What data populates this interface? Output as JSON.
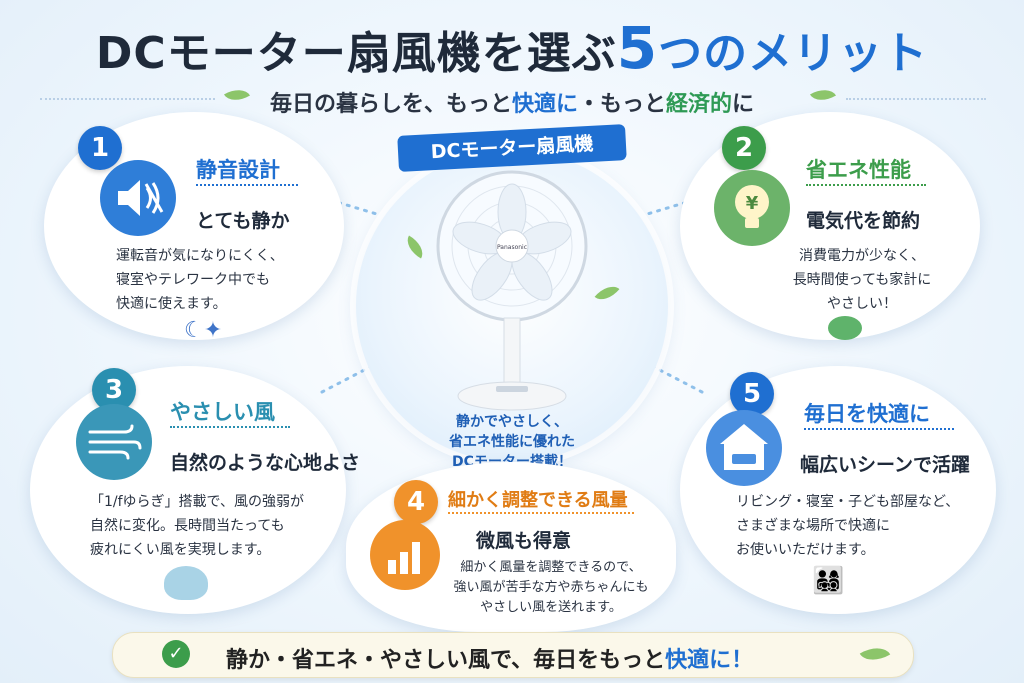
{
  "header": {
    "title_main": "DCモーター扇風機を選ぶ",
    "title_number": "5",
    "title_end": "つのメリット",
    "subtitle_pre": "毎日の暮らしを、もっと",
    "subtitle_blue": "快適に",
    "subtitle_mid": "・もっと",
    "subtitle_green": "経済的",
    "subtitle_post": "に"
  },
  "center": {
    "ribbon": "DCモーター扇風機",
    "fan_brand": "Panasonic",
    "caption_1": "静かでやさしく、",
    "caption_2": "省エネ性能に優れた",
    "caption_3": "DCモーター搭載！"
  },
  "cards": [
    {
      "number": "1",
      "heading": "静音設計",
      "subheading": "とても静か",
      "desc": [
        "運転音が気になりにくく、",
        "寝室やテレワーク中でも",
        "快適に使えます。"
      ],
      "color": "#1f6fd1",
      "icon": "speaker-mute-icon"
    },
    {
      "number": "2",
      "heading": "省エネ性能",
      "subheading": "電気代を節約",
      "desc": [
        "消費電力が少なく、",
        "長時間使っても家計に",
        "やさしい！"
      ],
      "color": "#3c9d4b",
      "icon": "yen-bulb-icon",
      "icon_glyph": "¥"
    },
    {
      "number": "3",
      "heading": "やさしい風",
      "subheading": "自然のような心地よさ",
      "desc": [
        "「1/fゆらぎ」搭載で、風の強弱が",
        "自然に変化。長時間当たっても",
        "疲れにくい風を実現します。"
      ],
      "color": "#2a8fb0",
      "icon": "wind-icon"
    },
    {
      "number": "4",
      "heading": "細かく調整できる風量",
      "subheading": "微風も得意",
      "desc": [
        "細かく風量を調整できるので、",
        "強い風が苦手な方や赤ちゃんにも",
        "やさしい風を送れます。"
      ],
      "color": "#f0922b",
      "icon": "bar-graph-icon"
    },
    {
      "number": "5",
      "heading": "毎日を快適に",
      "subheading": "幅広いシーンで活躍",
      "desc": [
        "リビング・寝室・子ども部屋など、",
        "さまざまな場所で快適に",
        "お使いいただけます。"
      ],
      "color": "#1f6fd1",
      "icon": "house-icon"
    }
  ],
  "footer": {
    "text_pre": "静か・省エネ・やさしい風で、毎日をもっと",
    "text_blue": "快適に！"
  }
}
